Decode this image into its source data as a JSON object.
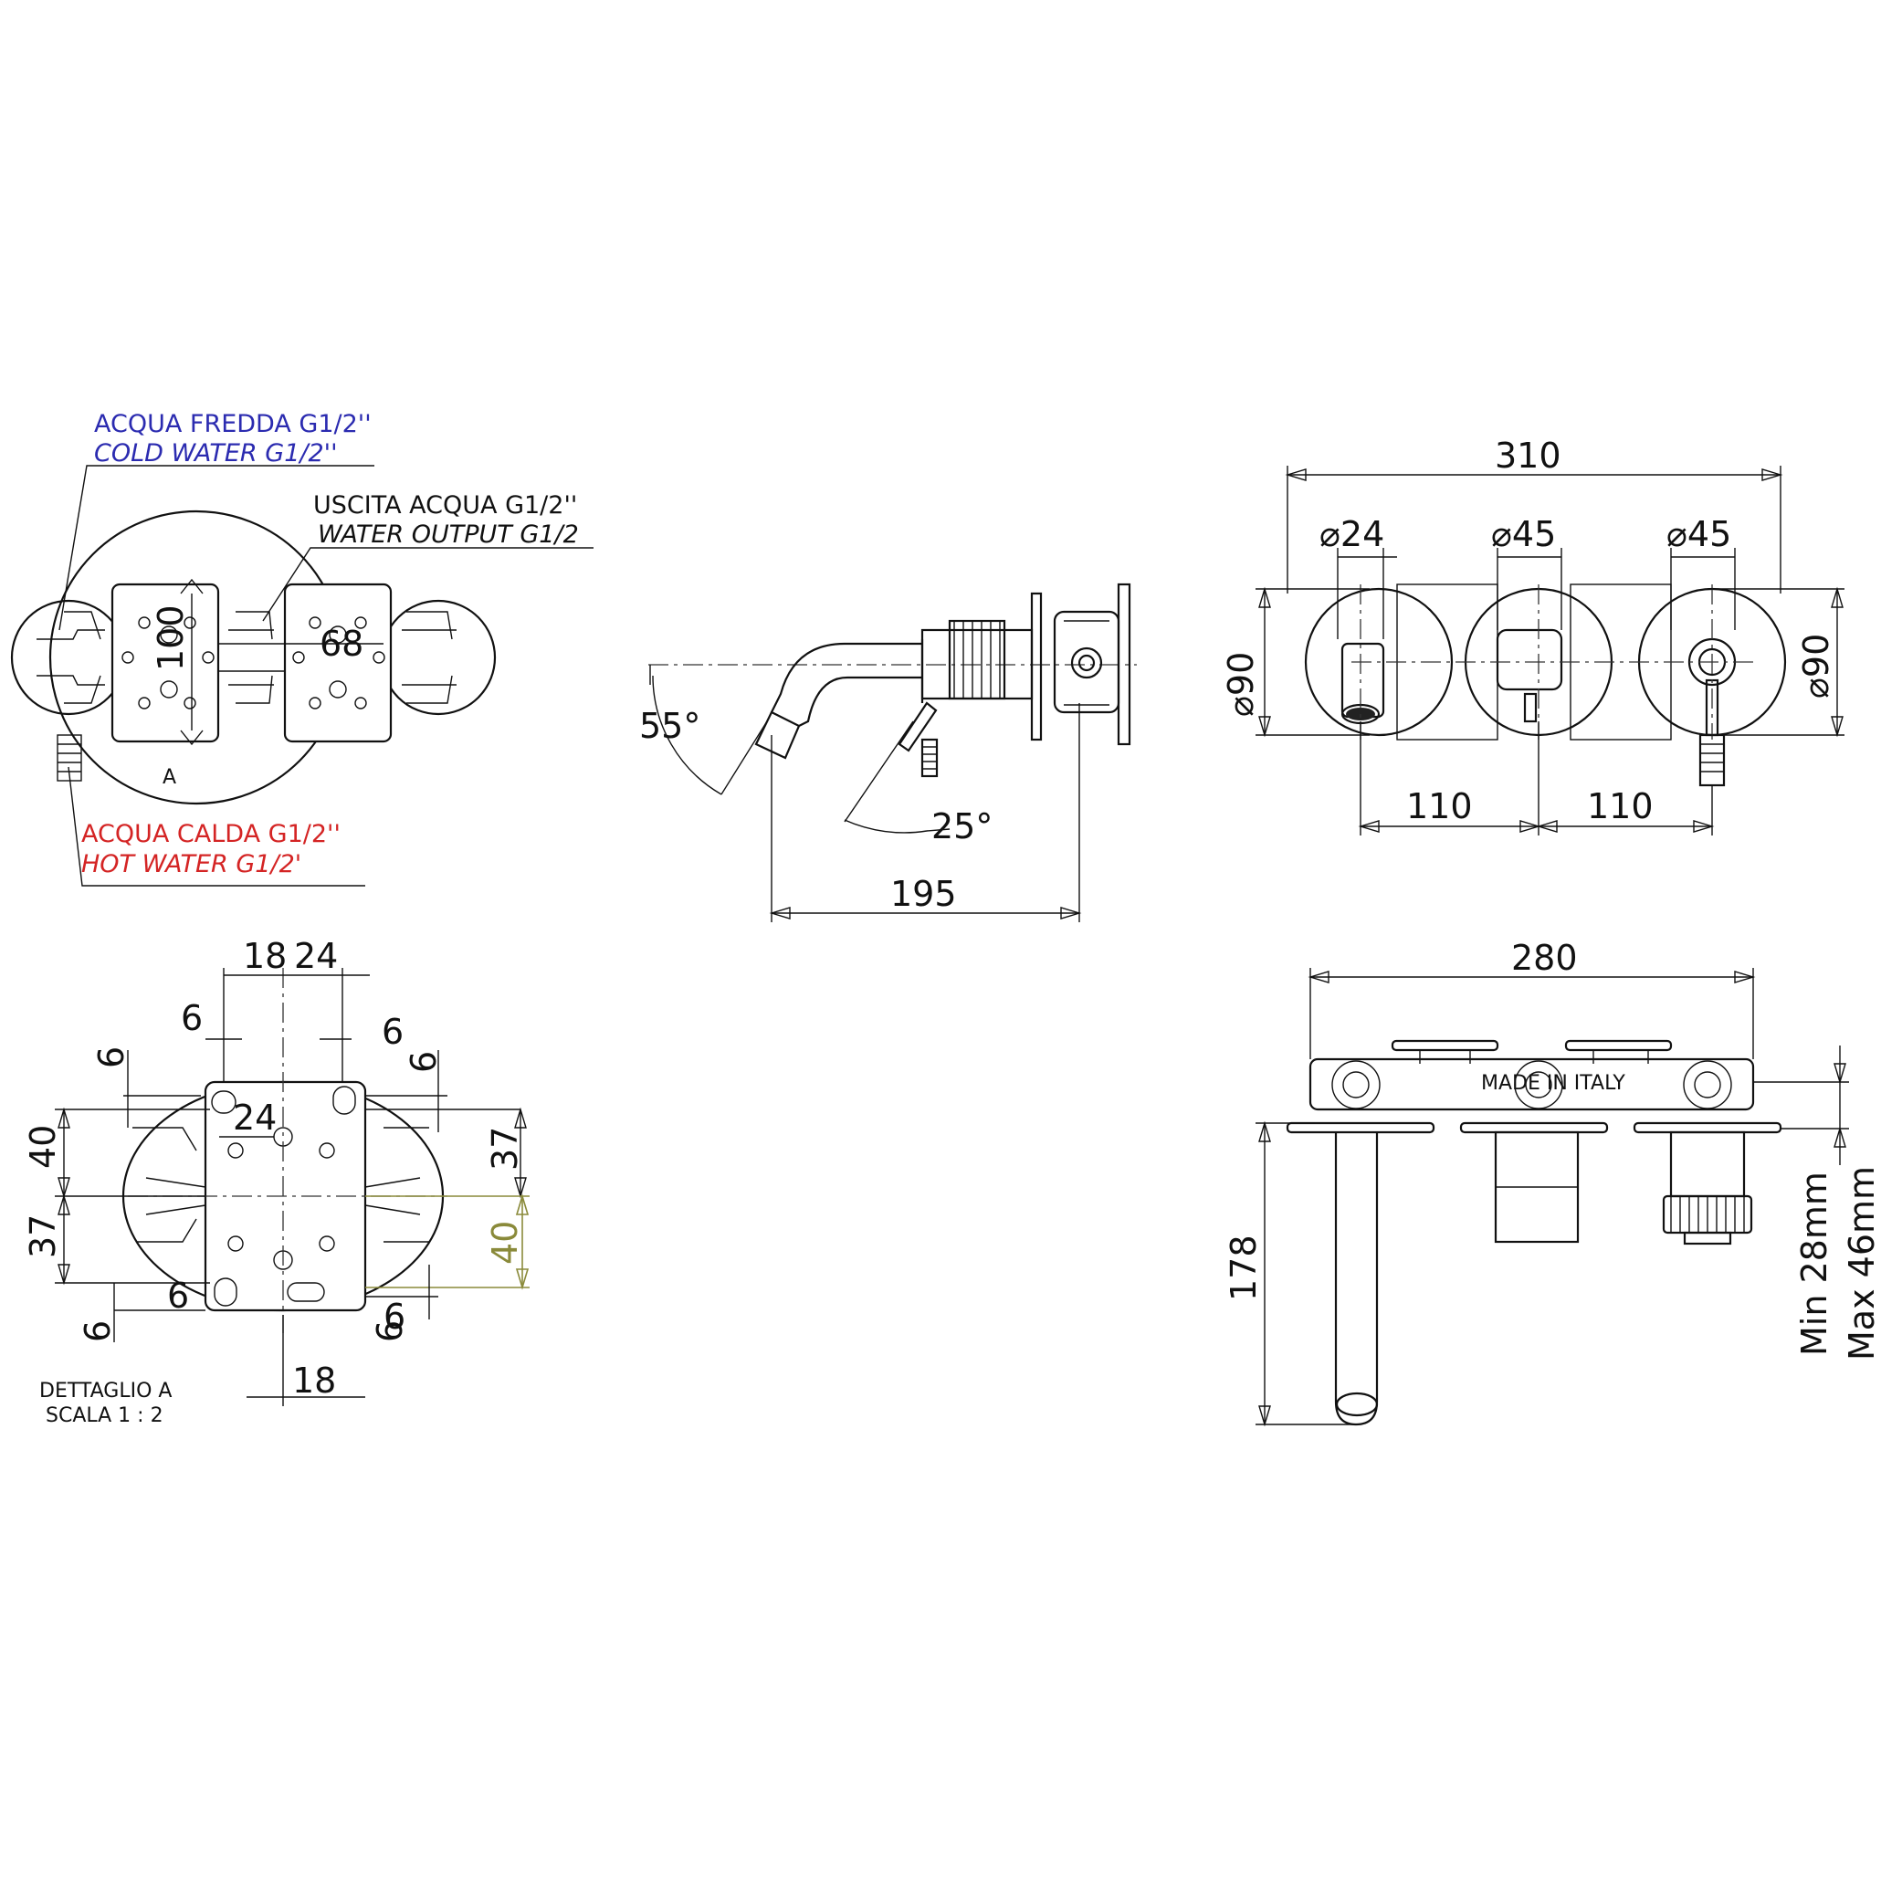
{
  "labels": {
    "cold_it": "ACQUA FREDDA G1/2''",
    "cold_en": "COLD WATER G1/2''",
    "out_it": "USCITA ACQUA G1/2''",
    "out_en": "WATER OUTPUT G1/2",
    "hot_it": "ACQUA CALDA G1/2''",
    "hot_en": "HOT WATER G1/2'",
    "detail_marker": "A",
    "detail_title": "DETTAGLIO A",
    "detail_scale": "SCALA 1 : 2",
    "made_in": "MADE IN ITALY"
  },
  "dims": {
    "d100": "100",
    "d68": "68",
    "d55": "55°",
    "d25": "25°",
    "d195": "195",
    "d310": "310",
    "d24": "24",
    "d45a": "45",
    "d45b": "45",
    "d90a": "90",
    "d90b": "90",
    "d110a": "110",
    "d110b": "110",
    "d280": "280",
    "d178": "178",
    "min": "Min 28mm",
    "max": "Max 46mm",
    "dt_18": "18",
    "dt_24": "24",
    "dt_6a": "6",
    "dt_6b": "6",
    "dt_6c": "6",
    "dt_6d": "6",
    "dt_24b": "24",
    "dt_40": "40",
    "dt_37a": "37",
    "dt_37b": "37",
    "dt_40b": "40",
    "dt_6e": "6",
    "dt_6f": "6",
    "dt_6g": "6",
    "dt_6h": "6",
    "dt_18b": "18"
  },
  "colors": {
    "cold": "#2b2bb0",
    "hot": "#d42424",
    "accent": "#8a8a3a"
  }
}
